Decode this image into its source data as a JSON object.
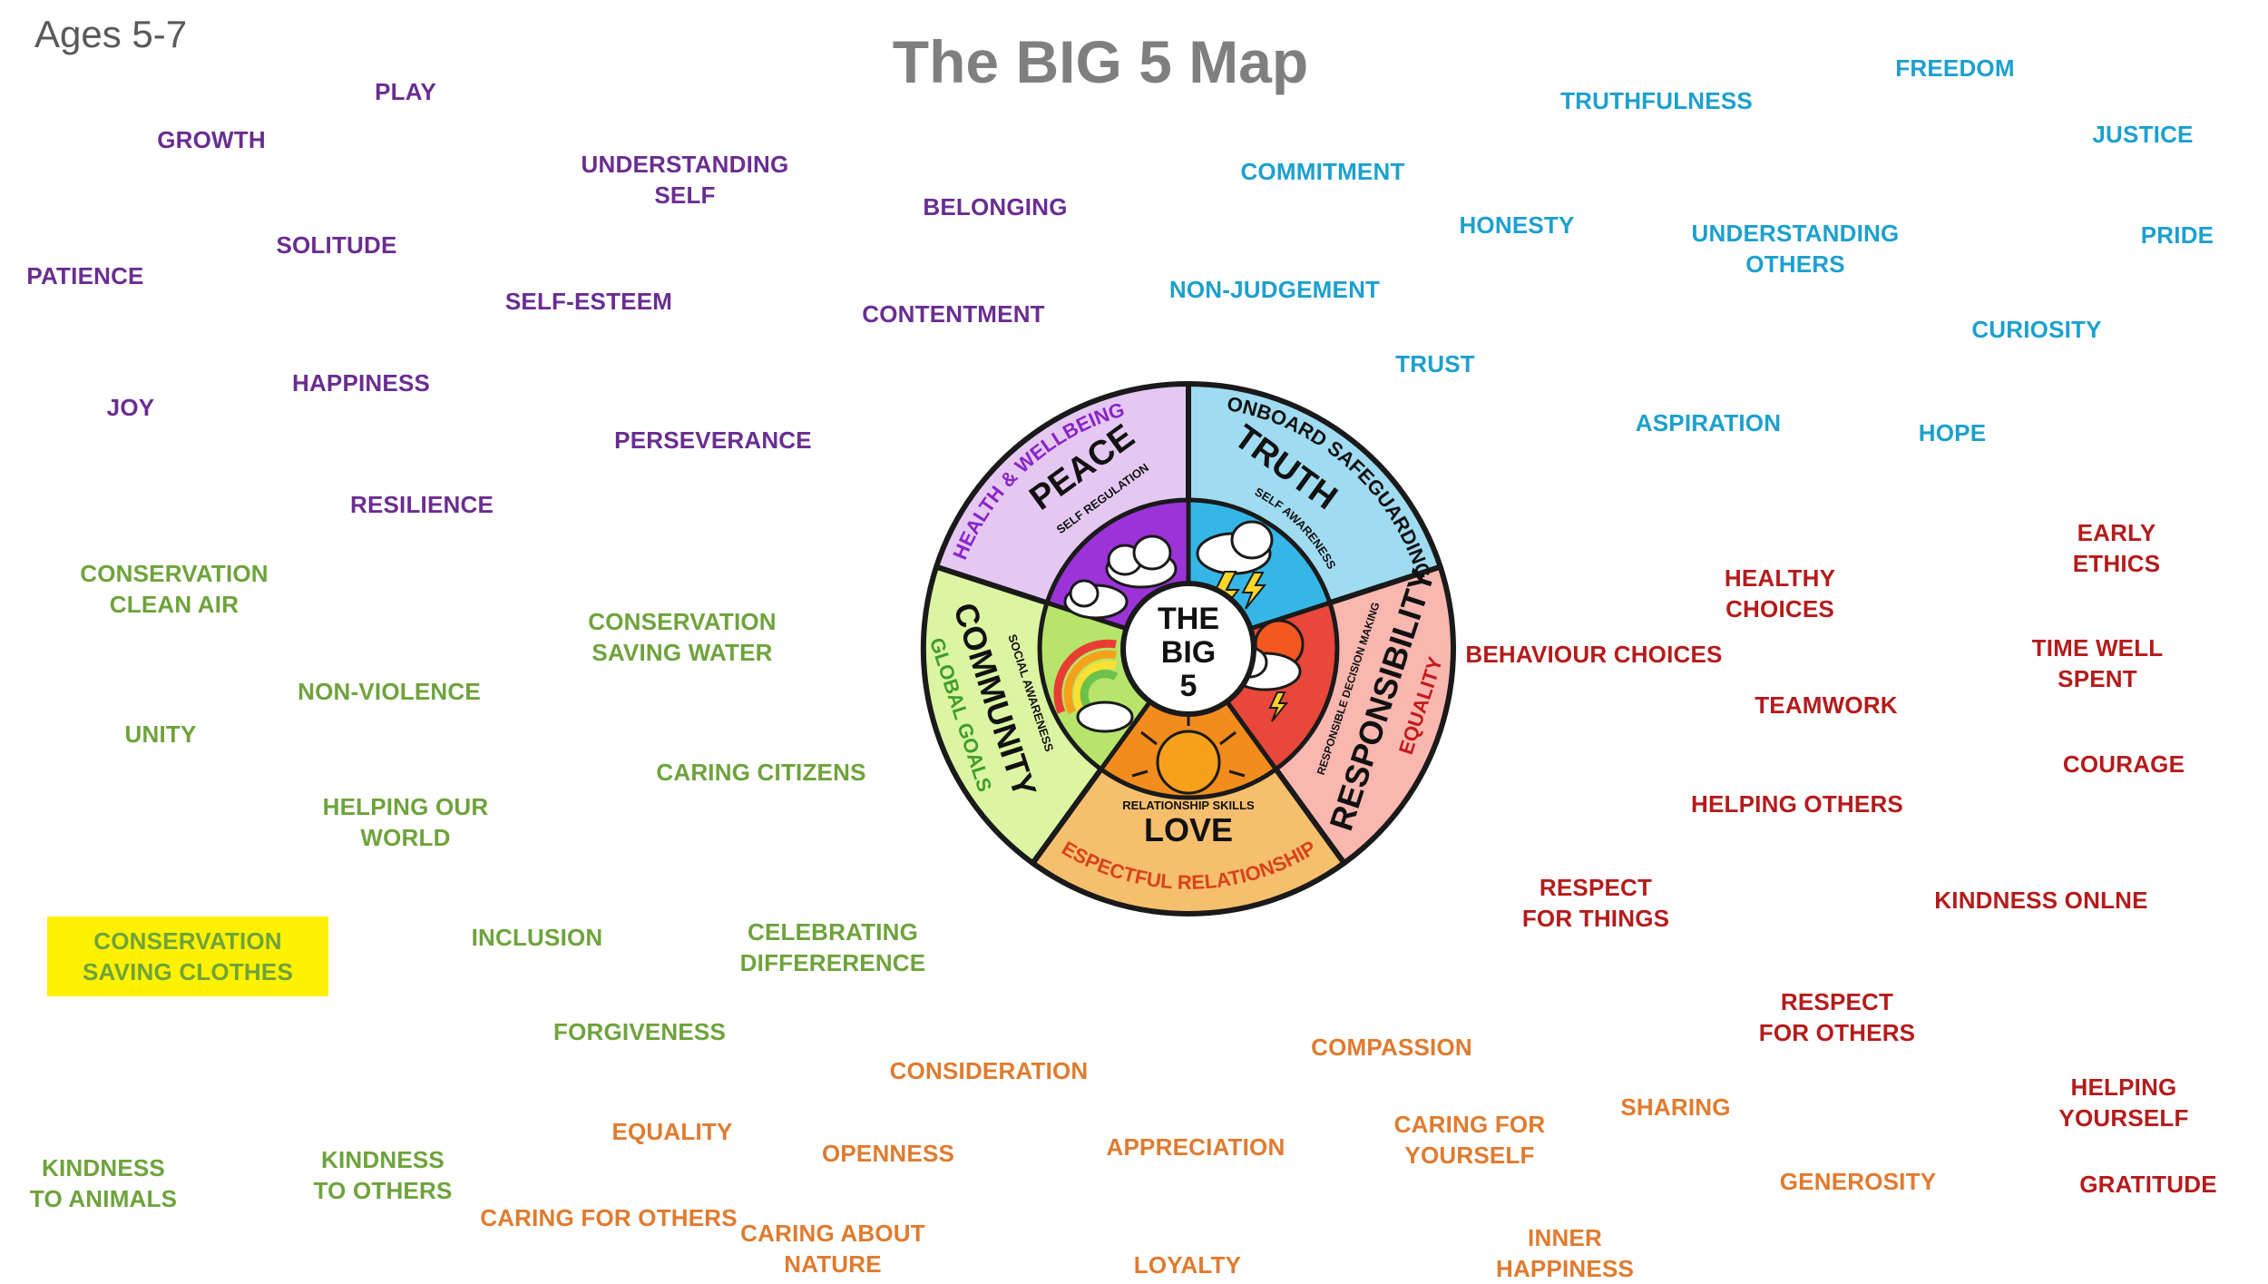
{
  "header": {
    "age": "Ages 5-7",
    "title": "The BIG 5 Map"
  },
  "wheel": {
    "center": [
      "THE",
      "BIG",
      "5"
    ],
    "segments": {
      "peace": {
        "outer": "HEALTH & WELLBEING",
        "main": "PEACE",
        "inner": "SELF REGULATION",
        "color": "#e4c8f2",
        "inner_color": "#9b33d8"
      },
      "truth": {
        "outer": "ONBOARD SAFEGUARDING",
        "main": "TRUTH",
        "inner": "SELF AWARENESS",
        "color": "#9fdcf2",
        "inner_color": "#35b6e6"
      },
      "responsibility": {
        "outer": "EQUALITY",
        "main": "RESPONSIBILITY",
        "inner": "RESPONSIBLE DECISION MAKING",
        "color": "#f9b7b0",
        "inner_color": "#e8473a"
      },
      "love": {
        "outer": "RESPECTFUL RELATIONSHIPS",
        "main": "LOVE",
        "inner": "RELATIONSHIP SKILLS",
        "color": "#f6bf6e",
        "inner_color": "#f28c1c"
      },
      "community": {
        "outer": "GLOBAL GOALS",
        "main": "COMMUNITY",
        "inner": "SOCIAL AWARENESS",
        "color": "#dcf5a3",
        "inner_color": "#b7e46a"
      }
    }
  },
  "values": {
    "purple": [
      "PLAY",
      "GROWTH",
      "UNDERSTANDING\nSELF",
      "BELONGING",
      "SOLITUDE",
      "PATIENCE",
      "SELF-ESTEEM",
      "CONTENTMENT",
      "HAPPINESS",
      "JOY",
      "PERSEVERANCE",
      "RESILIENCE"
    ],
    "blue": [
      "FREEDOM",
      "TRUTHFULNESS",
      "JUSTICE",
      "COMMITMENT",
      "HONESTY",
      "UNDERSTANDING\nOTHERS",
      "PRIDE",
      "NON-JUDGEMENT",
      "CURIOSITY",
      "TRUST",
      "ASPIRATION",
      "HOPE"
    ],
    "red": [
      "EARLY ETHICS",
      "HEALTHY\nCHOICES",
      "BEHAVIOUR CHOICES",
      "TIME WELL SPENT",
      "TEAMWORK",
      "COURAGE",
      "HELPING OTHERS",
      "RESPECT\nFOR THINGS",
      "KINDNESS ONLNE",
      "RESPECT\nFOR OTHERS",
      "HELPING YOURSELF",
      "GRATITUDE"
    ],
    "green": [
      "CONSERVATION\nCLEAN AIR",
      "CONSERVATION\nSAVING WATER",
      "NON-VIOLENCE",
      "UNITY",
      "CARING CITIZENS",
      "HELPING OUR\nWORLD",
      "CONSERVATION\nSAVING CLOTHES",
      "INCLUSION",
      "CELEBRATING\nDIFFERERENCE",
      "FORGIVENESS",
      "KINDNESS\nTO ANIMALS",
      "KINDNESS\nTO OTHERS"
    ],
    "orange": [
      "CONSIDERATION",
      "COMPASSION",
      "EQUALITY",
      "OPENNESS",
      "APPRECIATION",
      "CARING FOR\nYOURSELF",
      "SHARING",
      "CARING FOR OTHERS",
      "CARING ABOUT\nNATURE",
      "GENEROSITY",
      "LOYALTY",
      "INNER\nHAPPINESS"
    ]
  }
}
